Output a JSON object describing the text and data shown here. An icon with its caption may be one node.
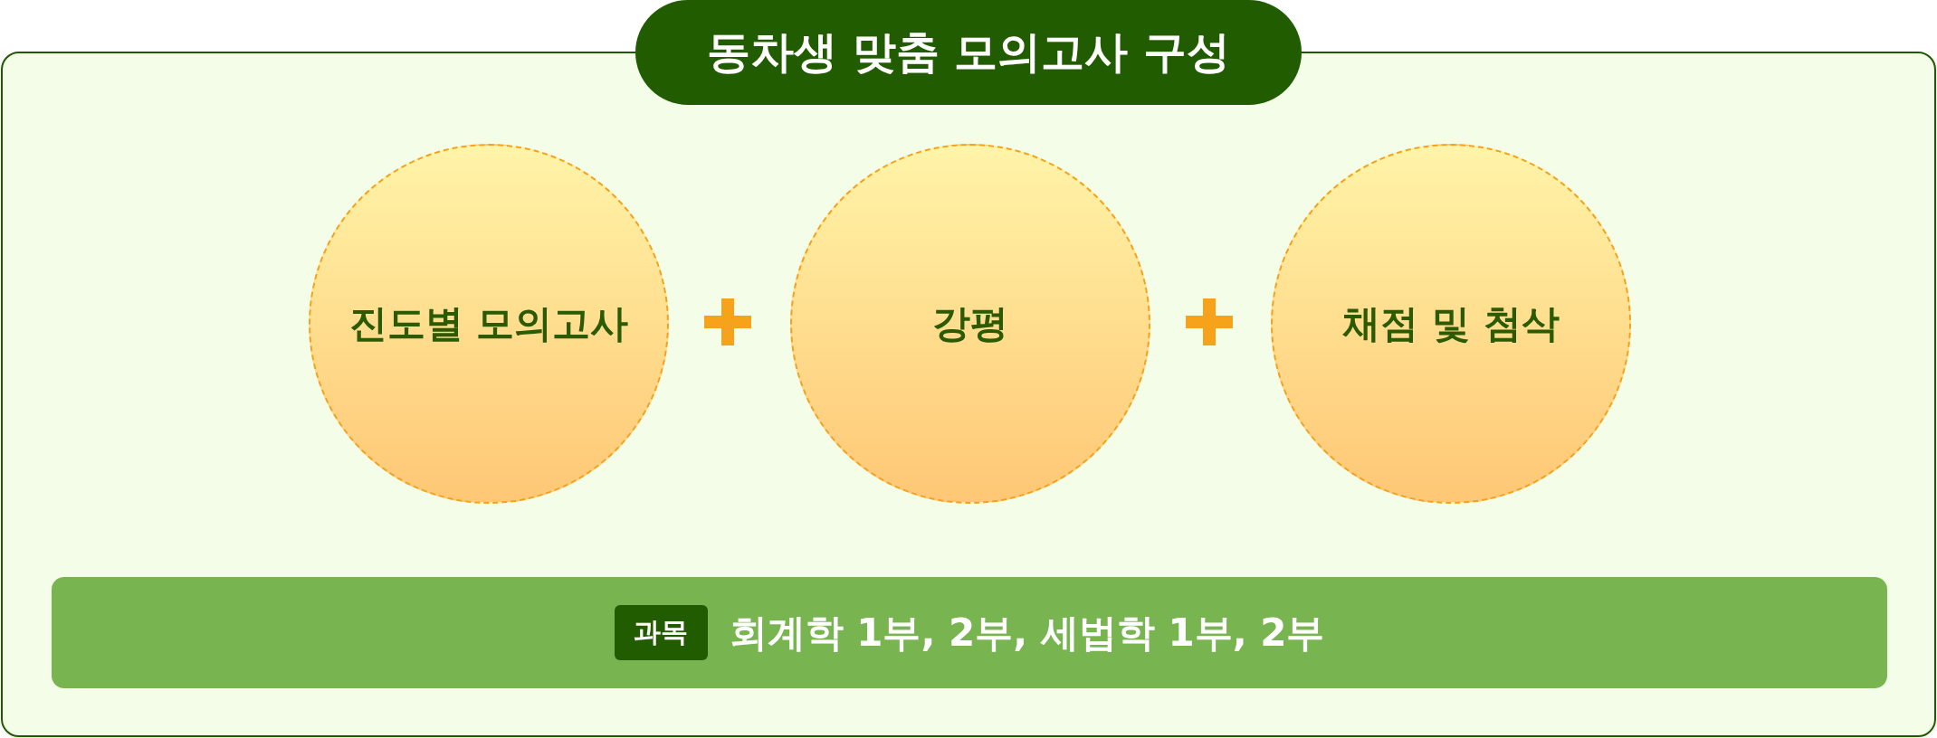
{
  "diagram": {
    "nodes": [
      {
        "text": [
          "동차생 맞춤 모의고사 구성"
        ]
      },
      {
        "text": [],
        "shape": "box"
      },
      {
        "text": [
          "진도별 모의고사"
        ],
        "in": 1
      },
      {
        "text": [
          "강평"
        ],
        "in": 1
      },
      {
        "text": [
          "채점 및 첨삭"
        ],
        "in": 1
      },
      {
        "text": [
          "회계학 1부, 2부, 세법학 1부, 2부"
        ],
        "in": 1
      },
      {
        "text": [
          "과목"
        ],
        "in": 5
      }
    ]
  }
}
